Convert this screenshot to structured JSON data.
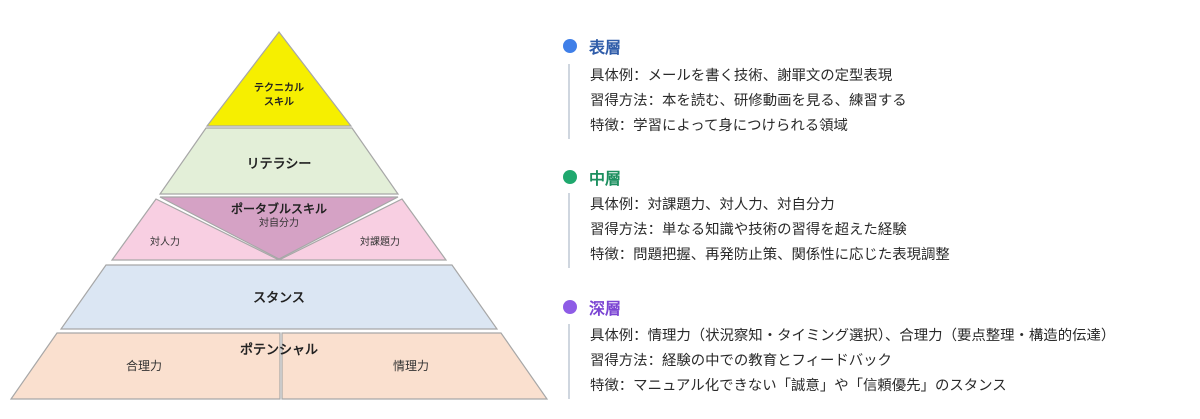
{
  "pyramid": {
    "technical": {
      "line1": "テクニカル",
      "line2": "スキル",
      "color": "#f6ef00"
    },
    "literacy": {
      "label": "リテラシー",
      "color": "#e3efd8"
    },
    "portable": {
      "label": "ポータブルスキル",
      "color": "#f8cfe2",
      "center_color": "#d5a2c5"
    },
    "self_mgmt": {
      "label": "対自分力"
    },
    "interpersonal": {
      "label": "対人力"
    },
    "task": {
      "label": "対課題力"
    },
    "stance": {
      "label": "スタンス",
      "color": "#dbe6f3"
    },
    "potential": {
      "label": "ポテンシャル",
      "color": "#fae0cf"
    },
    "synthesis": {
      "label": "合理力"
    },
    "emotion": {
      "label": "情理力"
    }
  },
  "layers": [
    {
      "title": "表層",
      "color": "#3f7fe8",
      "title_color": "#2f5ca9",
      "lines": [
        "具体例：メールを書く技術、謝罪文の定型表現",
        "習得方法：本を読む、研修動画を見る、練習する",
        "特徴：学習によって身につけられる領域"
      ]
    },
    {
      "title": "中層",
      "color": "#1fa86e",
      "title_color": "#1c8f5f",
      "lines": [
        "具体例：対課題力、対人力、対自分力",
        "習得方法：単なる知識や技術の習得を超えた経験",
        "特徴：問題把握、再発防止策、関係性に応じた表現調整"
      ]
    },
    {
      "title": "深層",
      "color": "#8e5ce6",
      "title_color": "#7b45d3",
      "lines": [
        "具体例：情理力（状況察知・タイミング選択）、合理力（要点整理・構造的伝達）",
        "習得方法：経験の中での教育とフィードバック",
        "特徴：マニュアル化できない「誠意」や「信頼優先」のスタンス"
      ]
    }
  ]
}
